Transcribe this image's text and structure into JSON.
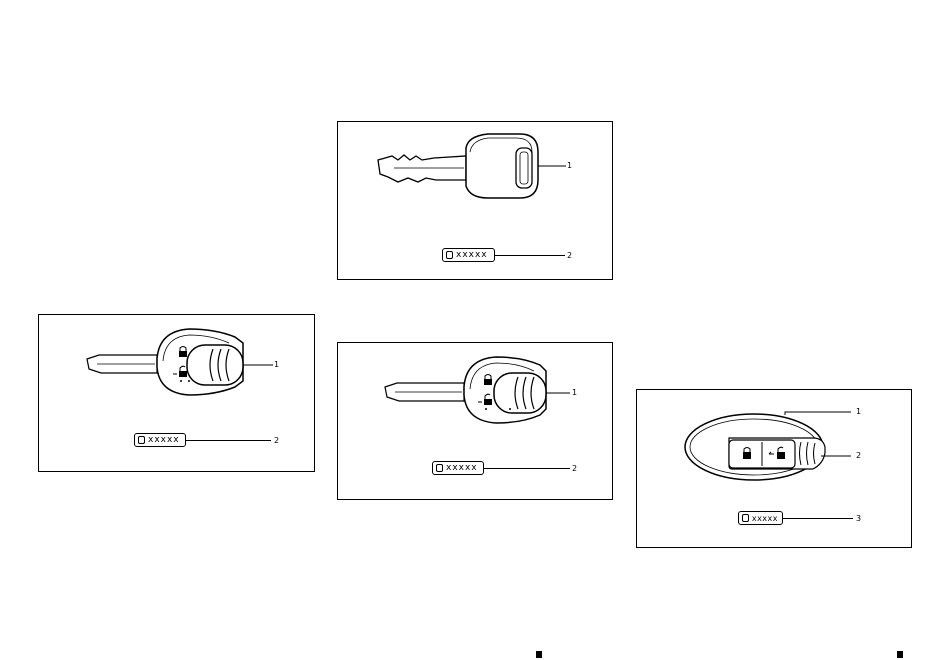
{
  "figures": [
    {
      "id": "conventional-key",
      "tag_text": "xxxxx",
      "callouts": [
        "1",
        "2"
      ]
    },
    {
      "id": "integrated-keyfob-a",
      "tag_text": "xxxxx",
      "callouts": [
        "1",
        "2"
      ]
    },
    {
      "id": "integrated-keyfob-b",
      "tag_text": "xxxxx",
      "callouts": [
        "1",
        "2"
      ]
    },
    {
      "id": "intelligent-key",
      "tag_text": "xxxxx",
      "callouts": [
        "1",
        "2",
        "3"
      ]
    }
  ],
  "icons": {
    "lock": "lock-icon",
    "unlock": "unlock-icon",
    "page_marker": "page-marker-square"
  }
}
